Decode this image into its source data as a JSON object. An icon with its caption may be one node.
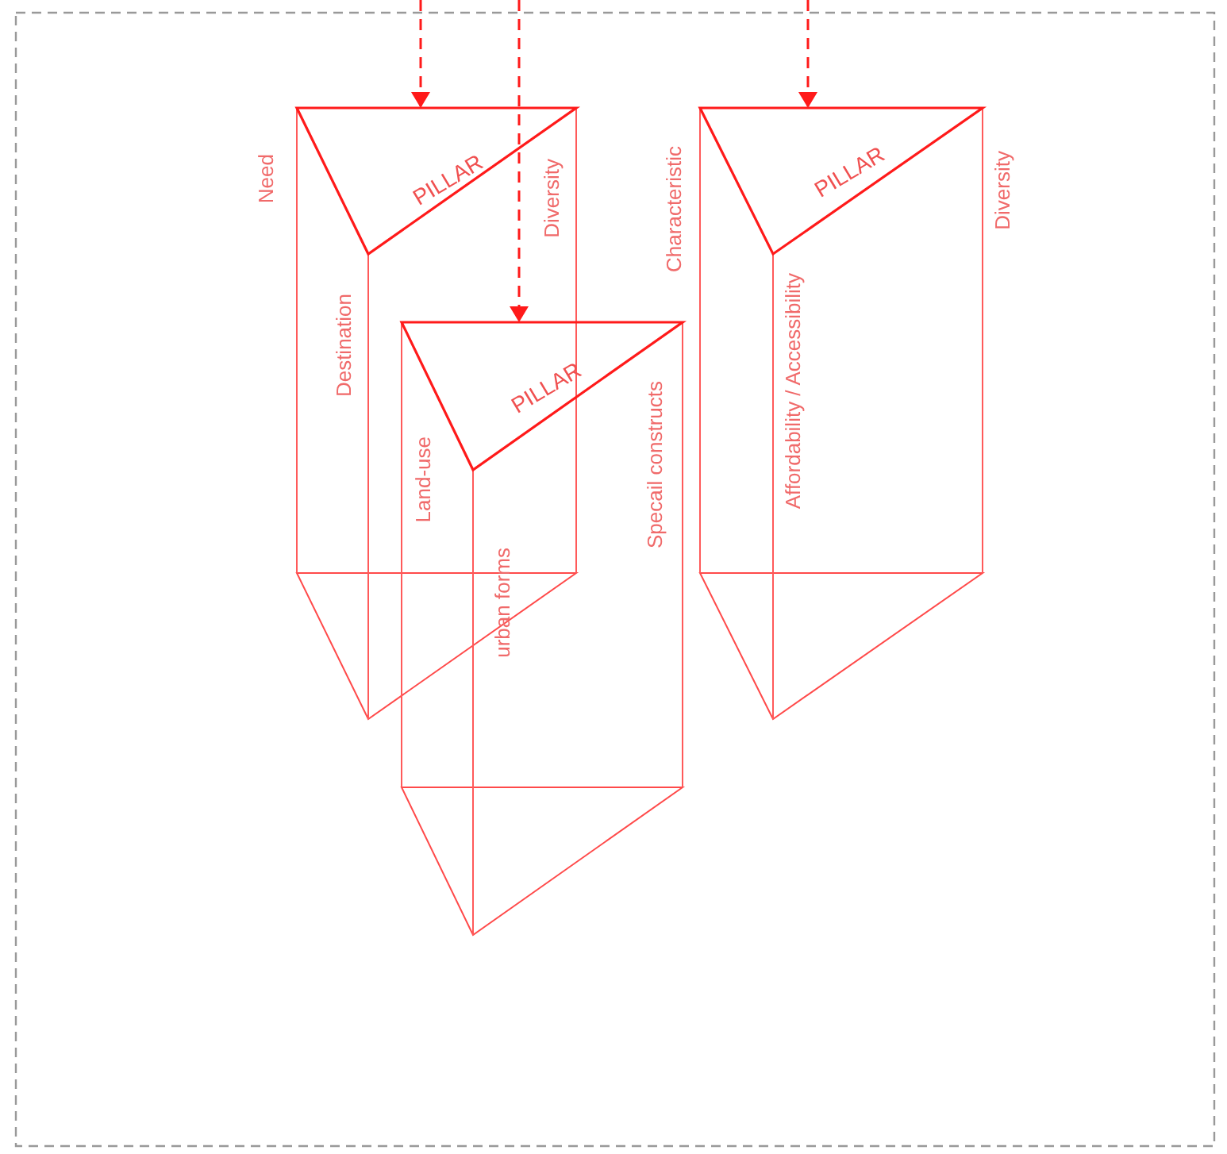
{
  "diagram": {
    "nodes": [
      {
        "text": [
          "PILLAR"
        ],
        "beside": [
          "Need",
          "Destination",
          "Diversity"
        ]
      },
      {
        "text": [
          "PILLAR"
        ],
        "beside": [
          "Land-use",
          "urban forms",
          "Specail constructs"
        ]
      },
      {
        "text": [
          "PILLAR"
        ],
        "beside": [
          "Characteristic",
          "Affordability / Accessibility",
          "Diversity"
        ]
      }
    ],
    "edges": [
      {
        "from": null,
        "to": 0,
        "arrow": "to",
        "style": "dashed"
      },
      {
        "from": null,
        "to": 1,
        "arrow": "to",
        "style": "dashed"
      },
      {
        "from": null,
        "to": 2,
        "arrow": "to",
        "style": "dashed"
      }
    ]
  }
}
